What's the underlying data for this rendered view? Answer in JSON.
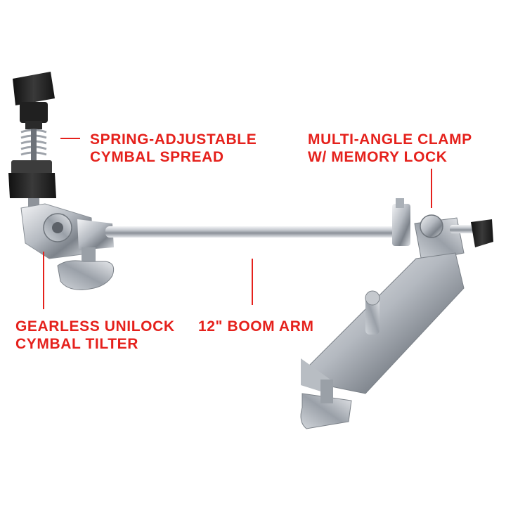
{
  "colors": {
    "label": "#e5211c",
    "chrome": "#c9ccd1",
    "rubber": "#1c1c1c"
  },
  "callouts": {
    "spread": {
      "line1": "SPRING-ADJUSTABLE",
      "line2": "CYMBAL SPREAD"
    },
    "clamp": {
      "line1": "MULTI-ANGLE CLAMP",
      "line2": "W/ MEMORY LOCK"
    },
    "tilter": {
      "line1": "GEARLESS UNILOCK",
      "line2": "CYMBAL TILTER"
    },
    "arm": {
      "line1": "12ʺ BOOM ARM"
    }
  },
  "icons": {
    "logo": "pearl-logo-engraving"
  }
}
